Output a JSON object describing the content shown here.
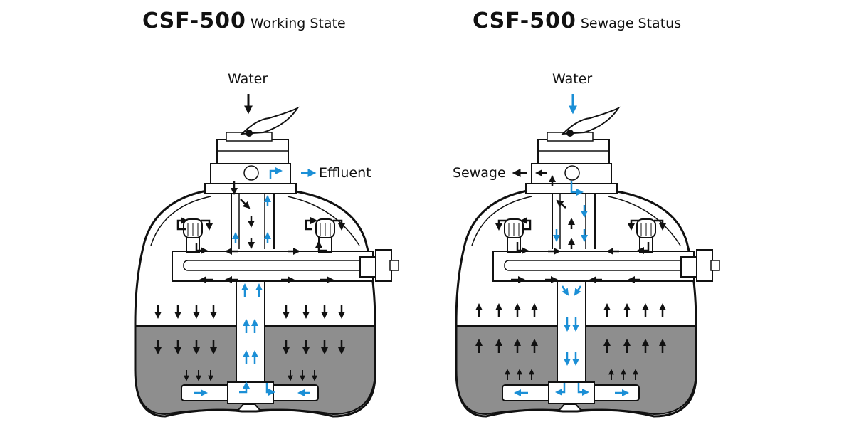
{
  "colors": {
    "flow_blue": "#1b8fd6",
    "flow_black": "#111111",
    "media": "#8e8e8e",
    "tank_line": "#111111"
  },
  "panels": [
    {
      "model": "CSF-500",
      "state": "Working State",
      "labels": {
        "water": "Water",
        "outlet": "Effluent"
      },
      "water_arrow_color": "black",
      "bed_flow": "down"
    },
    {
      "model": "CSF-500",
      "state": "Sewage Status",
      "labels": {
        "water": "Water",
        "outlet": "Sewage"
      },
      "water_arrow_color": "blue",
      "bed_flow": "up"
    }
  ]
}
